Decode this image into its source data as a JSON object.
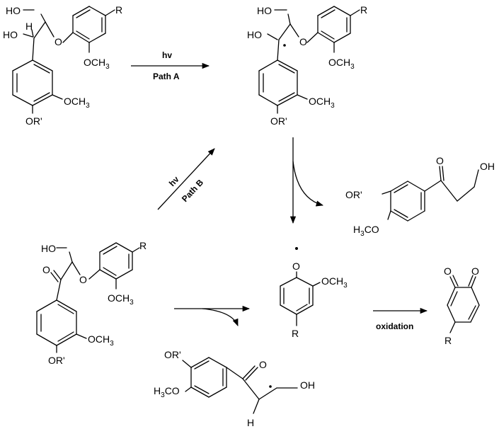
{
  "labels": {
    "oh": "OH",
    "ho": "HO",
    "h": "H",
    "r": "R",
    "o": "O",
    "or_prime": "OR'",
    "och3": "OCH",
    "h3co_h": "H",
    "h3co_co": "CO",
    "sub3": "3"
  },
  "conditions": {
    "hv": "hv",
    "path_a": "Path A",
    "path_b": "Path B",
    "oxidation": "oxidation"
  },
  "colors": {
    "ink": "#000000",
    "background": "#ffffff"
  }
}
